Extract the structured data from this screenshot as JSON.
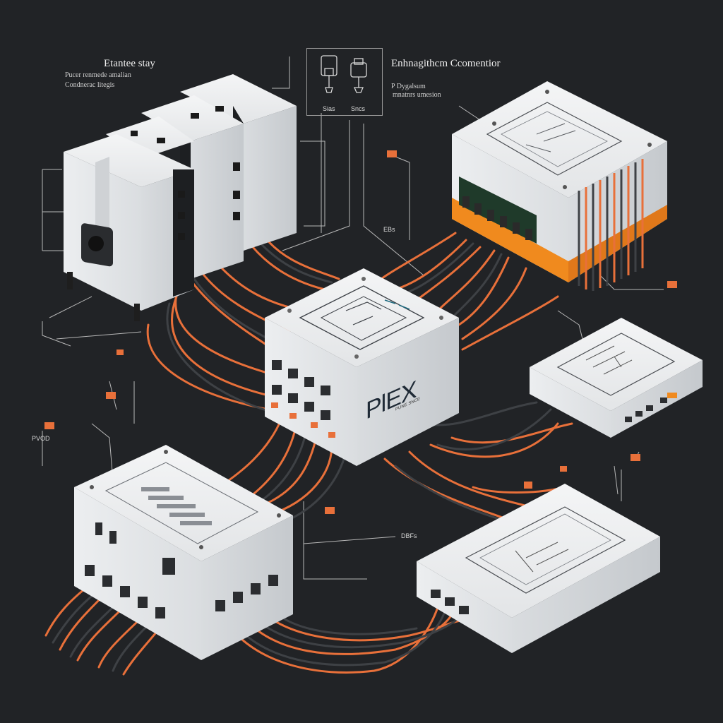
{
  "header_left": {
    "title": "Etantee stay",
    "lines": [
      "Pucer renmede amalian",
      "Condnerac litegis"
    ]
  },
  "header_right": {
    "title": "Enhnagithcm Ccomentior",
    "lines": [
      "P Dygalsum",
      "mnatnrs umesion"
    ]
  },
  "legend": {
    "left_label": "Sias",
    "right_label": "Sncs"
  },
  "labels": {
    "pvod": "PVOD",
    "ebs": "EBs",
    "dbfs": "DBFs",
    "brand": "PlEX",
    "brand_sub": "PUNE SNCE"
  },
  "colors": {
    "background": "#212326",
    "device": "#e9ebed",
    "cable_orange": "#e8703a",
    "cable_dark": "#3e4145",
    "accent_orange": "#f08a1e"
  }
}
